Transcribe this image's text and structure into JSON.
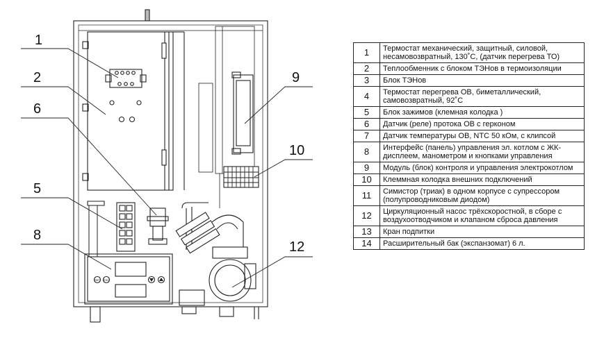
{
  "callouts": [
    "1",
    "2",
    "6",
    "5",
    "8",
    "9",
    "10",
    "12"
  ],
  "panel": {
    "button_labels": [
      "SET",
      "ESC"
    ]
  },
  "legend": [
    {
      "num": "1",
      "text": "Термостат механический, защитный, силовой, несамовозвратный, 130˚С,  (датчик перегрева ТО)"
    },
    {
      "num": "2",
      "text": "Теплообменник  с блоком ТЭНов в термоизоляции"
    },
    {
      "num": "3",
      "text": "Блок ТЭНов"
    },
    {
      "num": "4",
      "text": "Термостат перегрева ОВ, биметаллический, самовозвратный, 92˚С"
    },
    {
      "num": "5",
      "text": "Блок зажимов (клемная колодка )"
    },
    {
      "num": "6",
      "text": "Датчик (реле) протока ОВ с герконом"
    },
    {
      "num": "7",
      "text": "Датчик температуры ОВ, NTC 50 кОм, с клипсой"
    },
    {
      "num": "8",
      "text": "Интерфейс (панель) управления эл. котлом с ЖК-дисплеем, манометром  и кнопками управления"
    },
    {
      "num": "9",
      "text": "Модуль (блок) контроля и управления электрокотлом"
    },
    {
      "num": "10",
      "text": "Клеммная колодка внешних подключений"
    },
    {
      "num": "11",
      "text": "Симистор (триак) в одном корпусе с супрессором  (полупроводниковым диодом)"
    },
    {
      "num": "12",
      "text": "Циркуляционный насос трёхскоростной, в сборе с воздухоотводчиком и клапаном сброса давления"
    },
    {
      "num": "13",
      "text": "Кран подпитки"
    },
    {
      "num": "14",
      "text": "Расширительный бак (экспанзомат)  6 л."
    }
  ]
}
